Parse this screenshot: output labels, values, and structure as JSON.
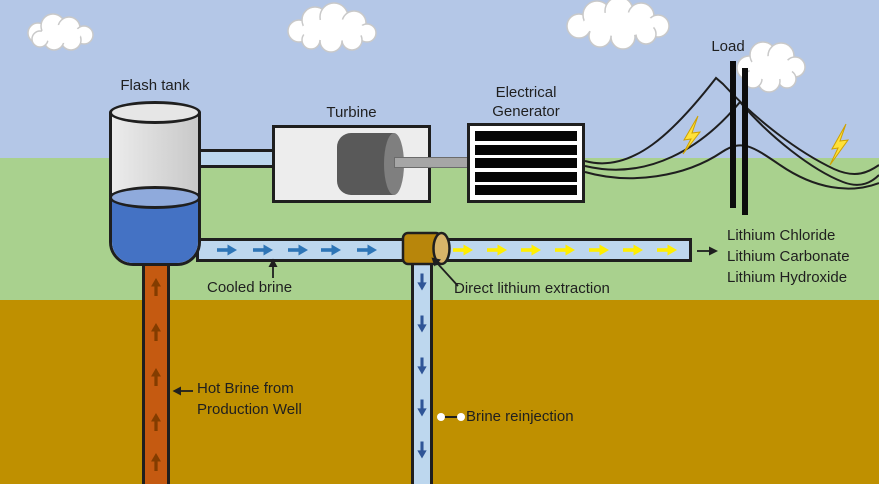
{
  "labels": {
    "flash_tank": "Flash tank",
    "turbine": "Turbine",
    "generator": "Electrical\nGenerator",
    "load": "Load",
    "cooled_brine": "Cooled brine",
    "direct_lithium_extraction": "Direct lithium extraction",
    "hot_brine": "Hot Brine from\nProduction Well",
    "brine_reinjection": "Brine reinjection",
    "products": [
      "Lithium Chloride",
      "Lithium Carbonate",
      "Lithium Hydroxide"
    ]
  },
  "colors": {
    "sky": "#B4C7E7",
    "grass": "#A9D18E",
    "ground": "#BF9000",
    "liquid": "#4472C4",
    "surface": "#8FAADC",
    "hotpipe": "#C55A11",
    "hotarrow": "#833C00",
    "coolpipe": "#BDD7EE",
    "coolarrow": "#2E75B6",
    "downarrow": "#2F5597",
    "yellowarrow": "#FFEE00",
    "dle": "#B8860B",
    "dleend": "#D7B469",
    "turbinebox": "#EDEDED",
    "rotor": "#595959",
    "rotorend": "#7F7F7F",
    "shaft": "#A6A6A6",
    "bolt": "#FFE13A",
    "ink": "#1F1F1F"
  }
}
